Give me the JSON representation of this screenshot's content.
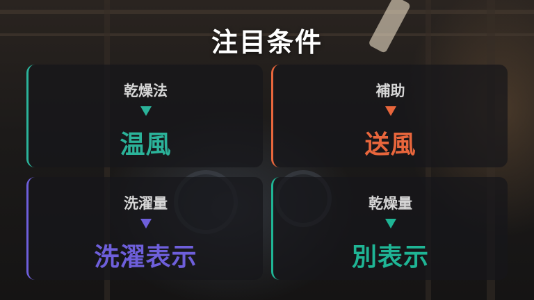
{
  "title": "注目条件",
  "colors": {
    "teal": "#2bb39a",
    "orange": "#e8663c",
    "purple": "#6e5fdb",
    "green": "#1fb595"
  },
  "cards": [
    {
      "label": "乾燥法",
      "value": "温風",
      "color": "#2bb39a"
    },
    {
      "label": "補助",
      "value": "送風",
      "color": "#e8663c"
    },
    {
      "label": "洗濯量",
      "value": "洗濯表示",
      "color": "#6e5fdb"
    },
    {
      "label": "乾燥量",
      "value": "別表示",
      "color": "#1fb595"
    }
  ]
}
